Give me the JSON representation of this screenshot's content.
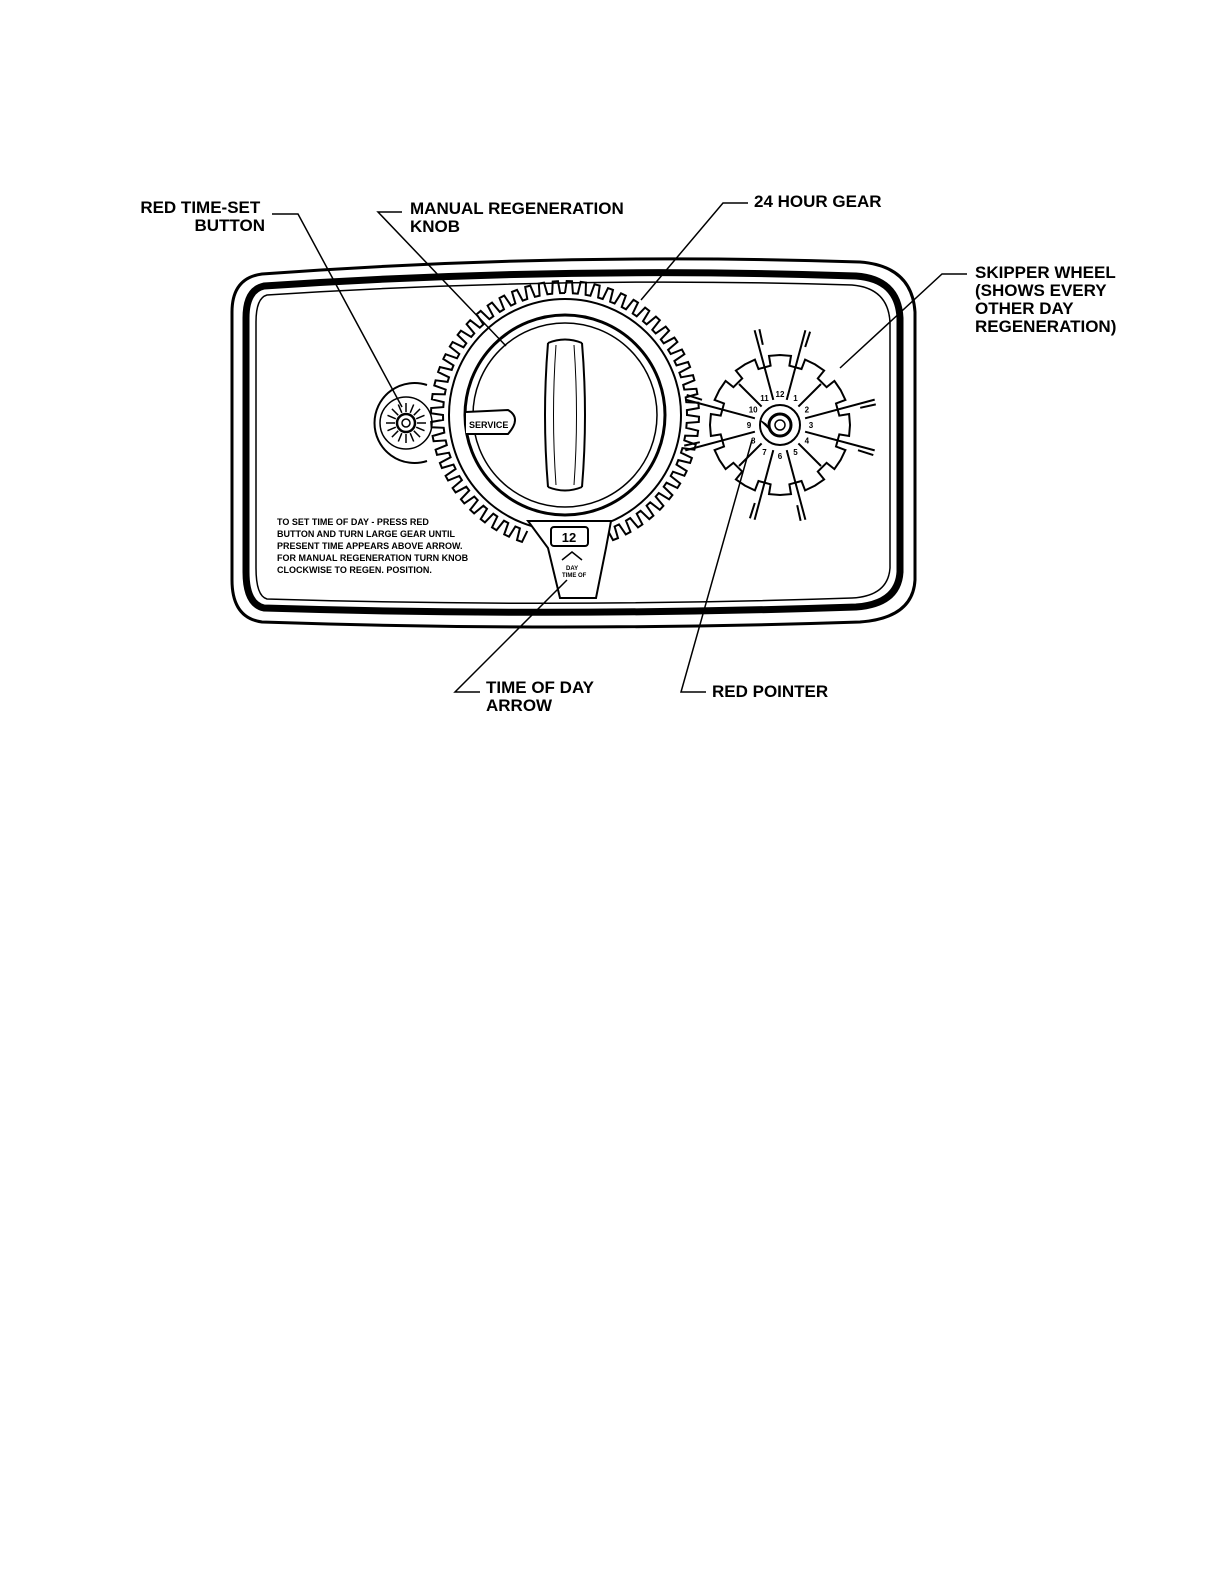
{
  "callouts": {
    "red_time_set_button": [
      "RED TIME-SET",
      "BUTTON"
    ],
    "manual_regeneration_knob": [
      "MANUAL REGENERATION",
      "KNOB"
    ],
    "hour_gear": [
      "24 HOUR GEAR"
    ],
    "skipper_wheel": [
      "SKIPPER WHEEL",
      "(SHOWS EVERY",
      "OTHER DAY",
      "REGENERATION)"
    ],
    "time_of_day_arrow": [
      "TIME OF DAY",
      "ARROW"
    ],
    "red_pointer": [
      "RED POINTER"
    ]
  },
  "instructions": [
    "TO SET TIME OF DAY - PRESS RED",
    "BUTTON AND TURN LARGE GEAR UNTIL",
    "PRESENT TIME APPEARS ABOVE ARROW.",
    "FOR MANUAL REGENERATION TURN KNOB",
    "CLOCKWISE TO REGEN. POSITION."
  ],
  "knob_label": "SERVICE",
  "time_window_value": "12",
  "time_window_caption": [
    "DAY",
    "TIME OF"
  ],
  "skipper_numbers": [
    "1",
    "2",
    "3",
    "4",
    "5",
    "6",
    "7",
    "8",
    "9",
    "10",
    "11",
    "12"
  ],
  "colors": {
    "line": "#000000",
    "background": "#ffffff"
  }
}
